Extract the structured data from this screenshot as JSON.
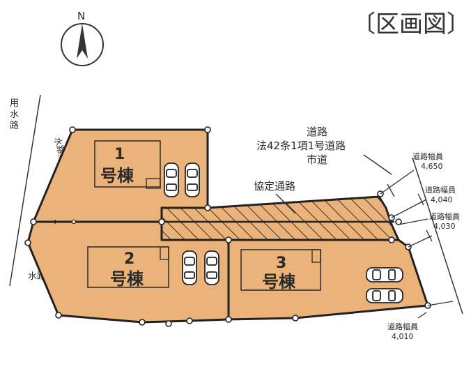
{
  "title": "〔区画図〕",
  "compass": {
    "north": "N"
  },
  "labels": {
    "side_channel_v": "用水路",
    "waterway_left_v": "水路敷",
    "waterway_left": "水路敷",
    "road_title_1": "道路",
    "road_title_2": "法42条1項1号道路",
    "road_title_3": "市道",
    "private_road": "協定通路"
  },
  "lots": [
    {
      "number": "1",
      "suffix": "号棟"
    },
    {
      "number": "2",
      "suffix": "号棟"
    },
    {
      "number": "3",
      "suffix": "号棟"
    }
  ],
  "road_widths": [
    {
      "label": "道路幅員",
      "value": "4,650"
    },
    {
      "label": "道路幅員",
      "value": "4,040"
    },
    {
      "label": "道路幅員",
      "value": "4,030"
    },
    {
      "label": "道路幅員",
      "value": "4,010"
    }
  ],
  "colors": {
    "lot_fill": "#ebb27a",
    "outline": "#222222",
    "road_fill": "#ffffff"
  }
}
